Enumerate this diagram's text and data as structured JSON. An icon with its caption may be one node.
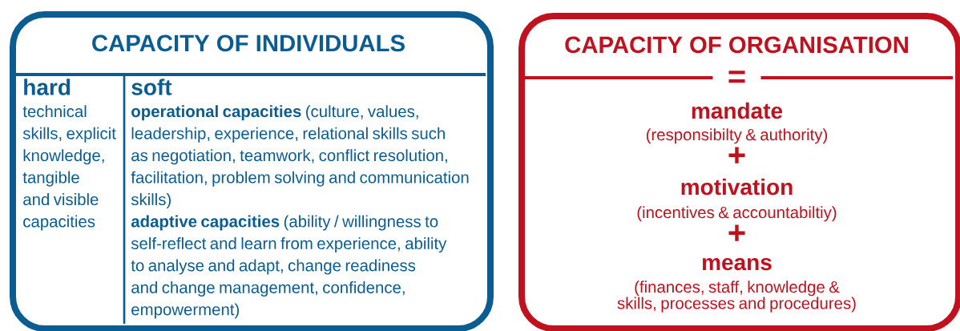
{
  "diagram": {
    "nodes": [
      {
        "text": [
          "CAPACITY OF INDIVIDUALS"
        ]
      },
      {
        "text": [
          "hard",
          "technical skills, explicit knowledge, tangible and visible capacities"
        ],
        "in": 0
      },
      {
        "text": [
          "soft",
          "**operational capacities** (culture, values, leadership, experience, relational skills such as negotiation, teamwork, conflict resolution, facilitation, problem solving and communication skills)",
          "**adaptive capacities** (ability / willingness to self-reflect and learn from experience, ability to analyse and adapt, change readiness and change management, confidence, empowerment)"
        ],
        "in": 0
      },
      {
        "text": [
          "CAPACITY OF ORGANISATION",
          "=",
          "mandate",
          "(responsibilty & authority)",
          "+",
          "motivation",
          "(incentives & accountabiltiy)",
          "+",
          "means",
          "(finances, staff, knowledge & skills, processes and procedures)"
        ]
      }
    ]
  }
}
